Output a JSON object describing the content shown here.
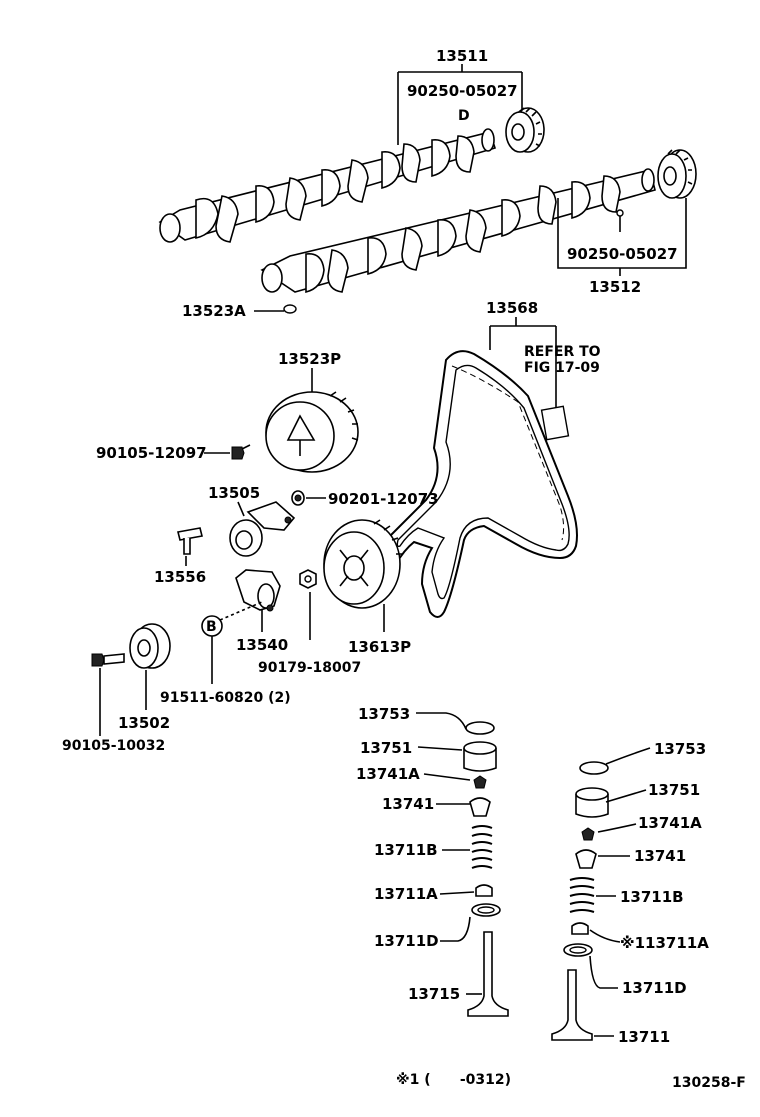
{
  "title": "",
  "labels": {
    "p13511": "13511",
    "p90250_a": "90250-05027",
    "p90250_b": "90250-05027",
    "p13512": "13512",
    "p13523A": "13523A",
    "p13568": "13568",
    "refer": "REFER TO",
    "fig": "FIG 17-09",
    "p13523P": "13523P",
    "p90105_12097": "90105-12097",
    "p13505": "13505",
    "p90201_12073": "90201-12073",
    "p13556": "13556",
    "p13540": "13540",
    "p13613P": "13613P",
    "p90179_18007": "90179-18007",
    "p91511_60820": "91511-60820 (2)",
    "p13502": "13502",
    "p90105_10032": "90105-10032",
    "circleB": "B",
    "circleD_a": "D",
    "left_13753": "13753",
    "left_13751": "13751",
    "left_13741A": "13741A",
    "left_13741": "13741",
    "left_13711B": "13711B",
    "left_13711A": "13711A",
    "left_13711D": "13711D",
    "left_13715": "13715",
    "right_13753": "13753",
    "right_13751": "13751",
    "right_13741A": "13741A",
    "right_13741": "13741",
    "right_13711B": "13711B",
    "right_113711A": "※113711A",
    "right_13711D": "13711D",
    "right_13711": "13711",
    "footnote": "※1 (      -0312)",
    "figure_id": "130258-F"
  }
}
